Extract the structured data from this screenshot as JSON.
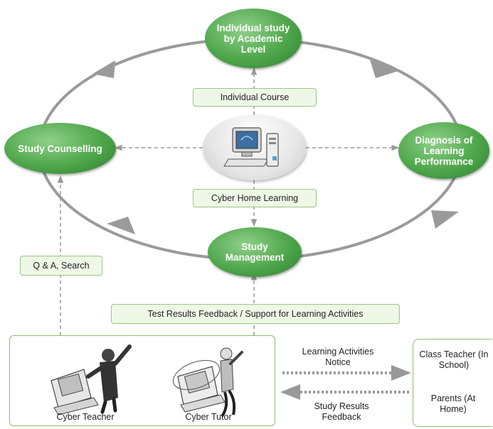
{
  "nodes": {
    "individual_study": "Individual study by Academic Level",
    "diagnosis": "Diagnosis of Learning Performance",
    "study_management": "Study Management",
    "study_counselling": "Study Counselling"
  },
  "center_tags": {
    "individual_course": "Individual Course",
    "cyber_home_learning": "Cyber Home Learning"
  },
  "side_tags": {
    "qa_search": "Q & A, Search",
    "feedback_support": "Test Results Feedback / Support for Learning Activities"
  },
  "bottom": {
    "cyber_teacher": "Cyber Teacher",
    "cyber_tutor": "Cyber Tutor",
    "learning_activities_notice": "Learning Activities Notice",
    "study_results_feedback": "Study Results Feedback",
    "class_teacher": "Class Teacher (In School)",
    "parents": "Parents (At Home)"
  },
  "icons": [
    "computer-icon",
    "cyber-teacher-figure-icon",
    "cyber-tutor-figure-icon"
  ],
  "colors": {
    "node_green": "#4ea64a",
    "tag_fill": "#eef8e6",
    "border_green": "#8cbd72",
    "arrow_gray": "#9a9a9a"
  }
}
